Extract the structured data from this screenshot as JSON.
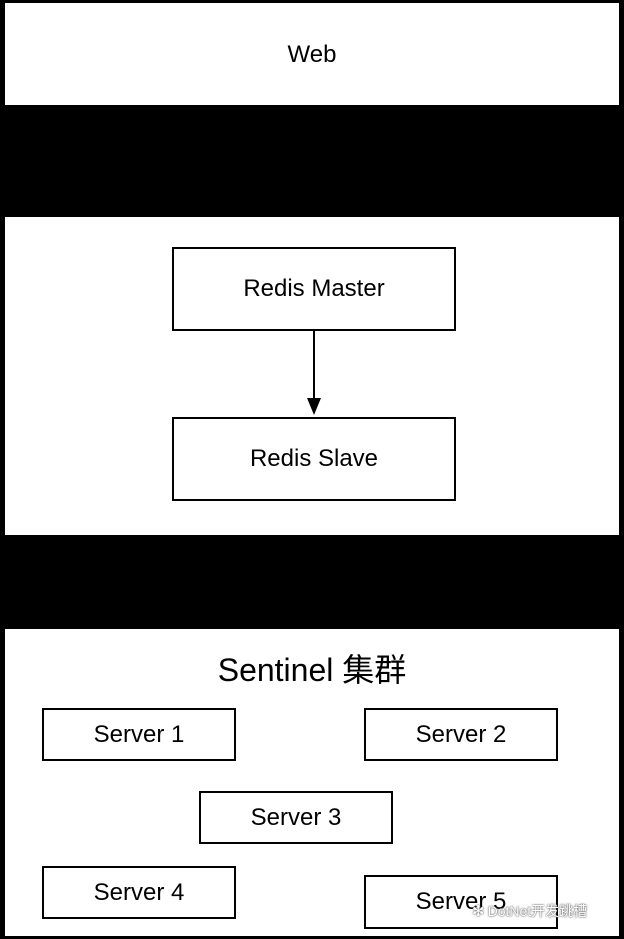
{
  "web": {
    "label": "Web"
  },
  "redis": {
    "master_label": "Redis Master",
    "slave_label": "Redis Slave"
  },
  "sentinel": {
    "title": "Sentinel 集群",
    "servers": [
      "Server 1",
      "Server 2",
      "Server 3",
      "Server 4",
      "Server 5"
    ]
  },
  "watermark": {
    "text": "DotNet开发跳槽",
    "icon": "wechat-icon"
  }
}
